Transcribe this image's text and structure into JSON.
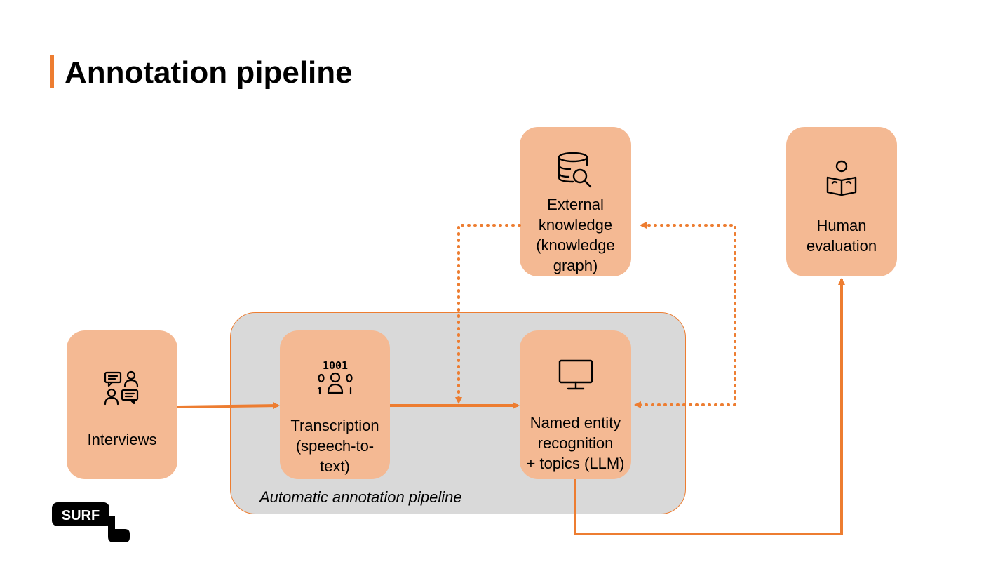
{
  "slide": {
    "title": "Annotation pipeline",
    "accent_color": "#ED7D31",
    "node_color": "#F4B993",
    "container_color": "#D9D9D9"
  },
  "diagram": {
    "container": {
      "label": "Automatic annotation pipeline"
    },
    "nodes": {
      "interviews": {
        "label": "Interviews",
        "icon": "conversation-people-icon"
      },
      "transcription": {
        "label": "Transcription\n(speech-to-\ntext)",
        "icon": "binary-group-icon"
      },
      "ner": {
        "label": "Named entity\nrecognition\n+ topics (LLM)",
        "icon": "monitor-icon"
      },
      "knowledge": {
        "label": "External\nknowledge\n(knowledge\ngraph)",
        "icon": "database-search-icon"
      },
      "human": {
        "label": "Human\nevaluation",
        "icon": "person-reading-icon"
      }
    }
  },
  "logo": {
    "text": "SURF"
  }
}
